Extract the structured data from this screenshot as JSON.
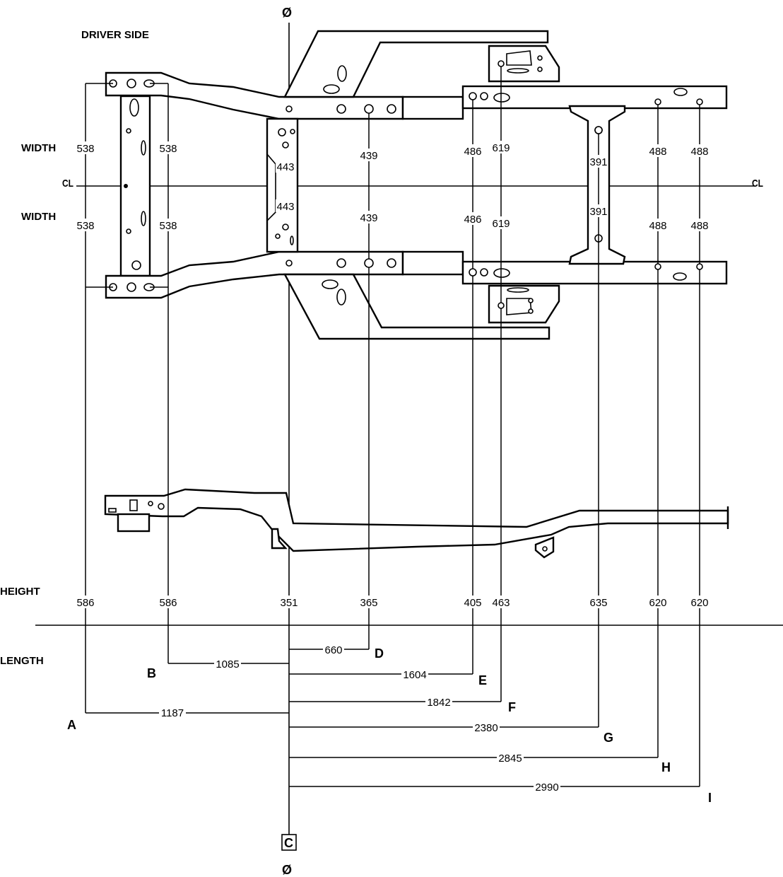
{
  "labels": {
    "driver_side": "DRIVER SIDE",
    "width_upper": "WIDTH",
    "width_lower": "WIDTH",
    "height": "HEIGHT",
    "length": "LENGTH",
    "datum_symbol": "Ø",
    "centerline": "CL",
    "reference_box": "C"
  },
  "width_upper": [
    "538",
    "538",
    "443",
    "439",
    "486",
    "619",
    "391",
    "488",
    "488"
  ],
  "width_lower": [
    "538",
    "538",
    "443",
    "439",
    "486",
    "619",
    "391",
    "488",
    "488"
  ],
  "heights": [
    "586",
    "586",
    "351",
    "365",
    "405",
    "463",
    "635",
    "620",
    "620"
  ],
  "length_points": [
    {
      "letter": "A",
      "value": "1187"
    },
    {
      "letter": "B",
      "value": "1085"
    },
    {
      "letter": "D",
      "value": "660"
    },
    {
      "letter": "E",
      "value": "1604"
    },
    {
      "letter": "F",
      "value": "1842"
    },
    {
      "letter": "G",
      "value": "2380"
    },
    {
      "letter": "H",
      "value": "2845"
    },
    {
      "letter": "I",
      "value": "2990"
    }
  ]
}
